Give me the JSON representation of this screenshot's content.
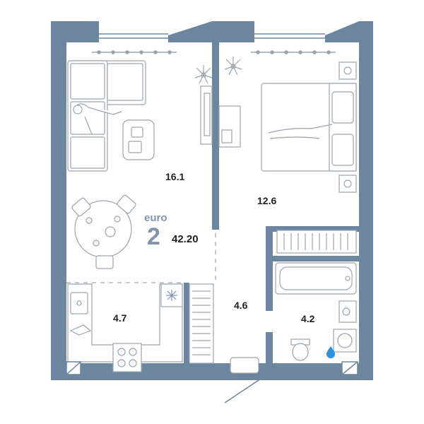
{
  "plan": {
    "layout_type": "euro",
    "rooms_count": "2",
    "total_area": "42.20",
    "room_areas": {
      "living": "16.1",
      "bedroom": "12.6",
      "kitchen": "4.7",
      "hall": "4.6",
      "bathroom": "4.2"
    }
  },
  "colors": {
    "wall": "#6d86a0",
    "accent": "#7f95ad",
    "furniture": "#9aa3ad",
    "water": "#2f8fd8",
    "floor": "#ffffff",
    "text": "#1f1f1f"
  },
  "icons": [
    "snowflake-icon",
    "plant-icon",
    "water-drop-icon",
    "toilet-icon",
    "washer-icon",
    "stove-icon",
    "sink-icon",
    "bathtub-icon",
    "radiator-icon"
  ]
}
